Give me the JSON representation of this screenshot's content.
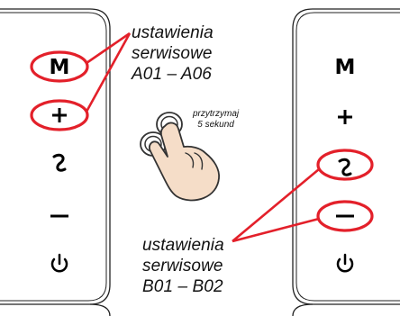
{
  "accent_color": "#e3202a",
  "panels": {
    "left": {
      "buttons": [
        {
          "icon": "letter-m",
          "label": "M",
          "highlighted": true
        },
        {
          "icon": "plus-icon",
          "label": "",
          "highlighted": true
        },
        {
          "icon": "fan-icon",
          "label": "",
          "highlighted": false
        },
        {
          "icon": "minus-icon",
          "label": "",
          "highlighted": false
        },
        {
          "icon": "power-icon",
          "label": "",
          "highlighted": false
        }
      ]
    },
    "right": {
      "buttons": [
        {
          "icon": "letter-m",
          "label": "M",
          "highlighted": false
        },
        {
          "icon": "plus-icon",
          "label": "",
          "highlighted": false
        },
        {
          "icon": "fan-icon",
          "label": "",
          "highlighted": true
        },
        {
          "icon": "minus-icon",
          "label": "",
          "highlighted": true
        },
        {
          "icon": "power-icon",
          "label": "",
          "highlighted": false
        }
      ]
    }
  },
  "captions": {
    "top": {
      "line1": "ustawienia",
      "line2": "serwisowe",
      "line3": "A01 – A06"
    },
    "bottom": {
      "line1": "ustawienia",
      "line2": "serwisowe",
      "line3": "B01 – B02"
    }
  },
  "hold_note": {
    "line1": "przytrzymaj",
    "line2": "5 sekund"
  },
  "hand_icon": "pressing-hand-icon"
}
